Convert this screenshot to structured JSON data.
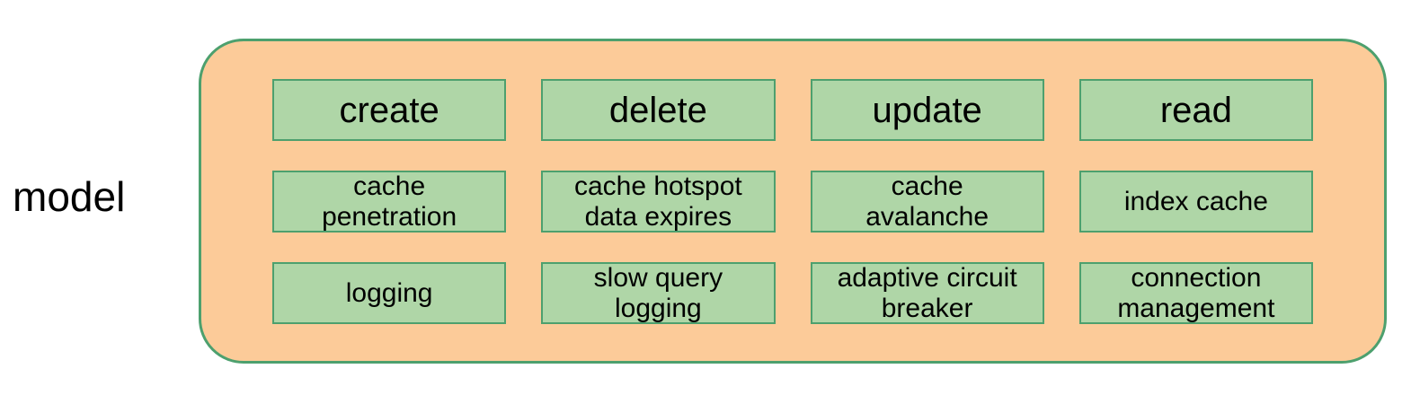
{
  "diagram": {
    "side_label": "model",
    "colors": {
      "container_fill": "#FCCB99",
      "container_border": "#4DA06E",
      "box_fill": "#AFD6A7",
      "box_border": "#4DA06E",
      "text": "#000000"
    },
    "rows": [
      {
        "role": "operations",
        "cells": [
          "create",
          "delete",
          "update",
          "read"
        ]
      },
      {
        "role": "cache-concerns",
        "cells": [
          "cache\npenetration",
          "cache hotspot\ndata expires",
          "cache\navalanche",
          "index cache"
        ]
      },
      {
        "role": "reliability-concerns",
        "cells": [
          "logging",
          "slow query\nlogging",
          "adaptive circuit\nbreaker",
          "connection\nmanagement"
        ]
      }
    ]
  }
}
